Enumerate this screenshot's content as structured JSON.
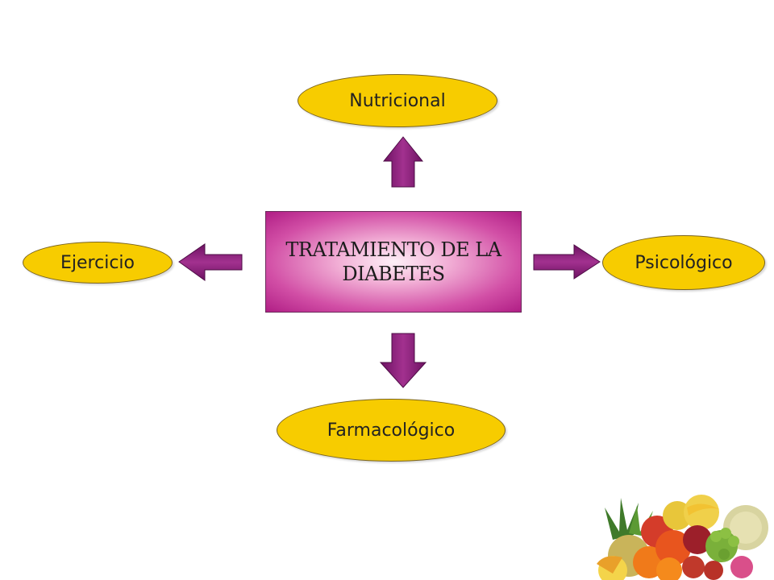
{
  "diagram": {
    "center": {
      "title": "TRATAMIENTO DE LA DIABETES"
    },
    "nodes": [
      {
        "id": "nutricional",
        "label": "Nutricional",
        "direction": "up"
      },
      {
        "id": "ejercicio",
        "label": "Ejercicio",
        "direction": "left"
      },
      {
        "id": "psicologico",
        "label": "Psicológico",
        "direction": "right"
      },
      {
        "id": "farmacologico",
        "label": "Farmacológico",
        "direction": "down"
      }
    ],
    "colors": {
      "node_fill": "#f7cc00",
      "arrow": "#8b1a7a",
      "center_gradient_outer": "#b01e85",
      "center_gradient_inner": "#fdf0f7"
    },
    "decoration": "fruit-pile-illustration"
  }
}
